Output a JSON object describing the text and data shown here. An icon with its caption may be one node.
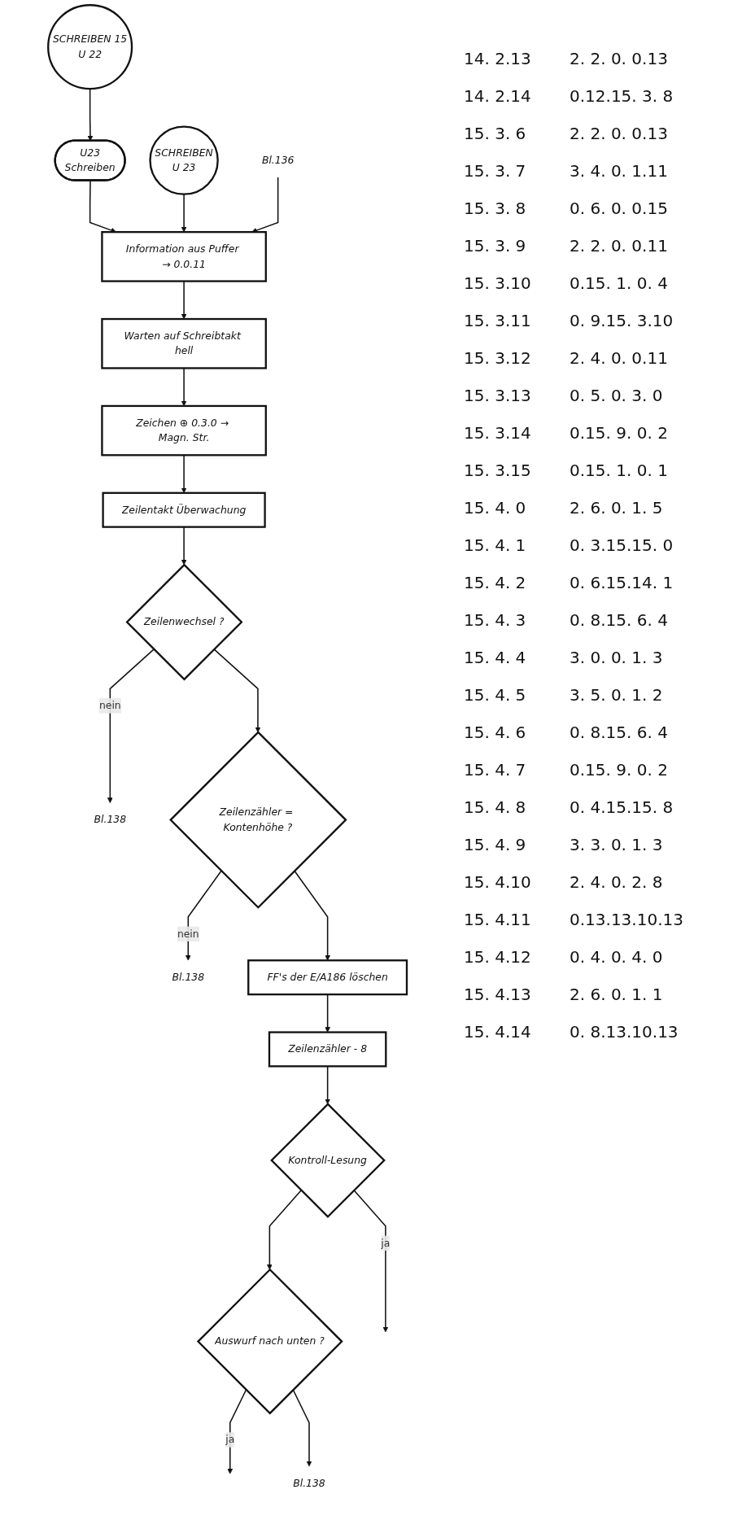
{
  "diagram": {
    "nodes": [
      {
        "text": [
          "SCHREIBEN 15",
          "U 22"
        ]
      },
      {
        "text": [
          "U23",
          "Schreiben"
        ]
      },
      {
        "text": [
          "SCHREIBEN",
          "U 23"
        ]
      },
      {
        "text": [
          "Bl.136"
        ]
      },
      {
        "text": [
          "Information aus Puffer → 0.0.11"
        ]
      },
      {
        "text": [
          "Warten auf Schreibtakt hell"
        ]
      },
      {
        "text": [
          "Zeichen ⊕ 0.3.0 → Magn. Str."
        ]
      },
      {
        "text": [
          "Zeilentakt Überwachung"
        ]
      },
      {
        "text": [
          "Zeilenwechsel ?"
        ]
      },
      {
        "text": [
          "Bl.138"
        ]
      },
      {
        "text": [
          "Zeilenzähler = Kontenhöhe ?"
        ]
      },
      {
        "text": [
          "Bl.138"
        ]
      },
      {
        "text": [
          "FF's der E/A186 löschen"
        ]
      },
      {
        "text": [
          "Zeilenzähler - 8"
        ]
      },
      {
        "text": [
          "Kontroll-Lesung"
        ]
      },
      {
        "text": [
          "Auswurf nach unten ?"
        ]
      },
      {
        "text": [
          "Bl.138"
        ]
      }
    ],
    "edges": [
      {
        "from": 0,
        "to": 1,
        "arrow": "to"
      },
      {
        "from": 1,
        "to": 4,
        "arrow": "to"
      },
      {
        "from": 2,
        "to": 4,
        "arrow": "to"
      },
      {
        "from": 3,
        "to": 4,
        "arrow": "to"
      },
      {
        "from": 4,
        "to": 5,
        "arrow": "to"
      },
      {
        "from": 5,
        "to": 6,
        "arrow": "to"
      },
      {
        "from": 6,
        "to": 7,
        "arrow": "to"
      },
      {
        "from": 7,
        "to": 8,
        "arrow": "to"
      },
      {
        "from": 8,
        "to": 9,
        "arrow": "to",
        "label": "nein"
      },
      {
        "from": 8,
        "to": 10,
        "arrow": "to"
      },
      {
        "from": 10,
        "to": 11,
        "arrow": "to",
        "label": "nein"
      },
      {
        "from": 10,
        "to": 12,
        "arrow": "to"
      },
      {
        "from": 12,
        "to": 13,
        "arrow": "to"
      },
      {
        "from": 13,
        "to": 14,
        "arrow": "to"
      },
      {
        "from": 14,
        "to": null,
        "arrow": "to",
        "label": "ja"
      },
      {
        "from": 14,
        "to": 15,
        "arrow": "to"
      },
      {
        "from": 15,
        "to": null,
        "arrow": "to",
        "label": "ja"
      },
      {
        "from": 15,
        "to": 16,
        "arrow": "to"
      }
    ],
    "labels": [
      "14. 2.13",
      "2. 2. 0. 0.13",
      "14. 2.14",
      "0.12.15. 3. 8",
      "15. 3. 6",
      "2. 2. 0. 0.13",
      "15. 3. 7",
      "3. 4. 0. 1.11",
      "15. 3. 8",
      "0. 6. 0. 0.15",
      "15. 3. 9",
      "2. 2. 0. 0.11",
      "15. 3.10",
      "0.15. 1. 0. 4",
      "15. 3.11",
      "0. 9.15. 3.10",
      "15. 3.12",
      "2. 4. 0. 0.11",
      "15. 3.13",
      "0. 5. 0. 3. 0",
      "15. 3.14",
      "0.15. 9. 0. 2",
      "15. 3.15",
      "0.15. 1. 0. 1",
      "15. 4. 0",
      "2. 6. 0. 1. 5",
      "15. 4. 1",
      "0. 3.15.15. 0",
      "15. 4. 2",
      "0. 6.15.14. 1",
      "15. 4. 3",
      "0. 8.15. 6. 4",
      "15. 4. 4",
      "3. 0. 0. 1. 3",
      "15. 4. 5",
      "3. 5. 0. 1. 2",
      "15. 4. 6",
      "0. 8.15. 6. 4",
      "15. 4. 7",
      "0.15. 9. 0. 2",
      "15. 4. 8",
      "0. 4.15.15. 8",
      "15. 4. 9",
      "3. 3. 0. 1. 3",
      "15. 4.10",
      "2. 4. 0. 2. 8",
      "15. 4.11",
      "0.13.13.10.13",
      "15. 4.12",
      "0. 4. 0. 4. 0",
      "15. 4.13",
      "2. 6. 0. 1. 1",
      "15. 4.14",
      "0. 8.13.10.13"
    ]
  }
}
